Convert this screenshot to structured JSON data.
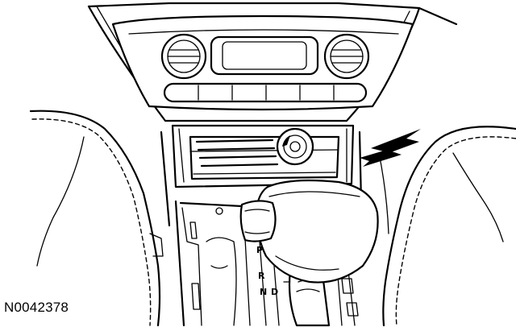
{
  "figure": {
    "reference_id": "N0042378",
    "gear_letters": [
      "P",
      "R",
      "N",
      "D"
    ]
  },
  "colors": {
    "line": "#000000",
    "background": "#ffffff"
  },
  "icons": {
    "arrow": "double-chevron-arrow"
  }
}
